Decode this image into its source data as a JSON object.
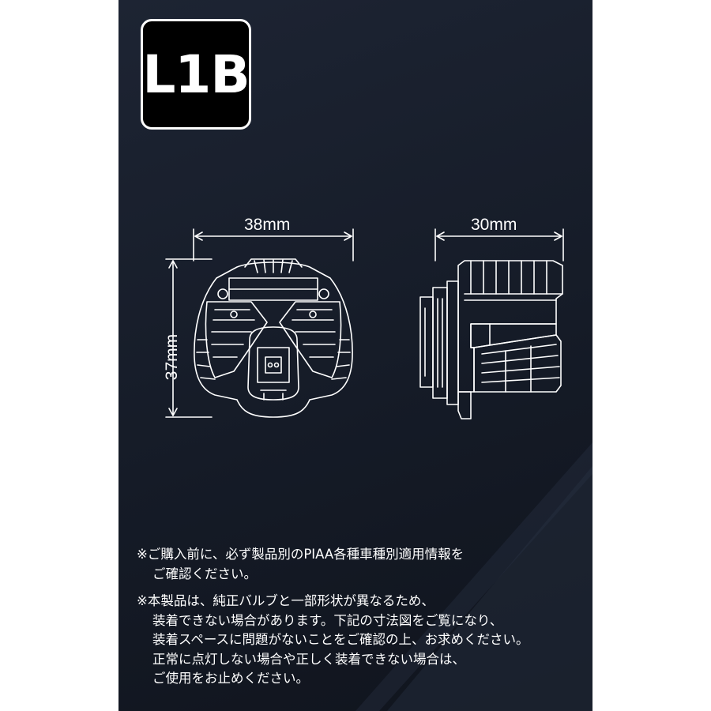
{
  "badge": {
    "label": "L1B"
  },
  "dimensions": {
    "width_front": "38mm",
    "height_front": "37mm",
    "depth_side": "30mm"
  },
  "notes": [
    {
      "lines": [
        "※ご購入前に、必ず製品別のPIAA各種車種別適用情報を",
        "ご確認ください。"
      ]
    },
    {
      "lines": [
        "※本製品は、純正バルブと一部形状が異なるため、",
        "装着できない場合があります。下記の寸法図をご覧になり、",
        "装着スペースに問題がないことをご確認の上、お求めください。",
        "正常に点灯しない場合や正しく装着できない場合は、",
        "ご使用をお止めください。"
      ]
    }
  ],
  "colors": {
    "panel": "#161c28",
    "line": "#ffffff",
    "badge_bg": "#000000"
  }
}
